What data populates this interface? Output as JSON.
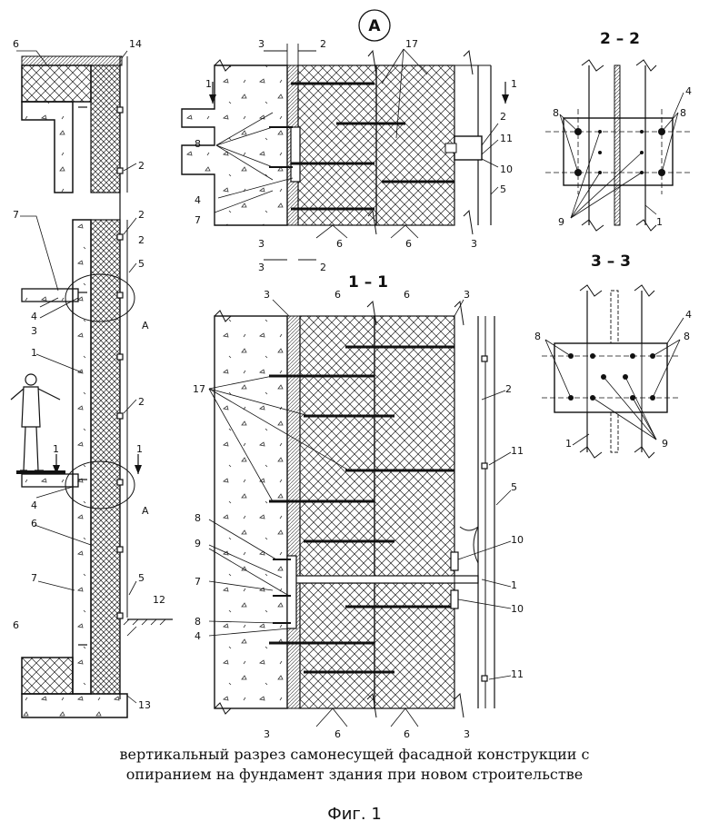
{
  "caption": {
    "line1": "вертикальный разрез самонесущей фасадной конструкции с",
    "line2": "опиранием на фундамент здания при новом строительстве"
  },
  "figure_label": "Фиг. 1",
  "sections": {
    "detail": "А",
    "s11": "1 – 1",
    "s22": "2 – 2",
    "s33": "3 – 3"
  },
  "callouts": {
    "left": [
      {
        "t": "6"
      },
      {
        "t": "14"
      },
      {
        "t": "2"
      },
      {
        "t": "2"
      },
      {
        "t": "7"
      },
      {
        "t": "2"
      },
      {
        "t": "5"
      },
      {
        "t": "4"
      },
      {
        "t": "3"
      },
      {
        "t": "А"
      },
      {
        "t": "1"
      },
      {
        "t": "2"
      },
      {
        "t": "1"
      },
      {
        "t": "1"
      },
      {
        "t": "4"
      },
      {
        "t": "А"
      },
      {
        "t": "6"
      },
      {
        "t": "7"
      },
      {
        "t": "5"
      },
      {
        "t": "12"
      },
      {
        "t": "6"
      },
      {
        "t": "13"
      }
    ],
    "detailA": [
      {
        "t": "3"
      },
      {
        "t": "2"
      },
      {
        "t": "17"
      },
      {
        "t": "1"
      },
      {
        "t": "1"
      },
      {
        "t": "2"
      },
      {
        "t": "11"
      },
      {
        "t": "8"
      },
      {
        "t": "10"
      },
      {
        "t": "4"
      },
      {
        "t": "5"
      },
      {
        "t": "7"
      },
      {
        "t": "3"
      },
      {
        "t": "6"
      },
      {
        "t": "6"
      },
      {
        "t": "3"
      },
      {
        "t": "3"
      },
      {
        "t": "2"
      }
    ],
    "section11": [
      {
        "t": "3"
      },
      {
        "t": "6"
      },
      {
        "t": "6"
      },
      {
        "t": "3"
      },
      {
        "t": "2"
      },
      {
        "t": "17"
      },
      {
        "t": "11"
      },
      {
        "t": "5"
      },
      {
        "t": "8"
      },
      {
        "t": "9"
      },
      {
        "t": "10"
      },
      {
        "t": "7"
      },
      {
        "t": "1"
      },
      {
        "t": "10"
      },
      {
        "t": "8"
      },
      {
        "t": "4"
      },
      {
        "t": "11"
      },
      {
        "t": "3"
      },
      {
        "t": "6"
      },
      {
        "t": "6"
      },
      {
        "t": "3"
      }
    ],
    "section22": [
      {
        "t": "4"
      },
      {
        "t": "8"
      },
      {
        "t": "8"
      },
      {
        "t": "9"
      },
      {
        "t": "1"
      }
    ],
    "section33": [
      {
        "t": "4"
      },
      {
        "t": "8"
      },
      {
        "t": "8"
      },
      {
        "t": "9"
      },
      {
        "t": "1"
      }
    ]
  }
}
